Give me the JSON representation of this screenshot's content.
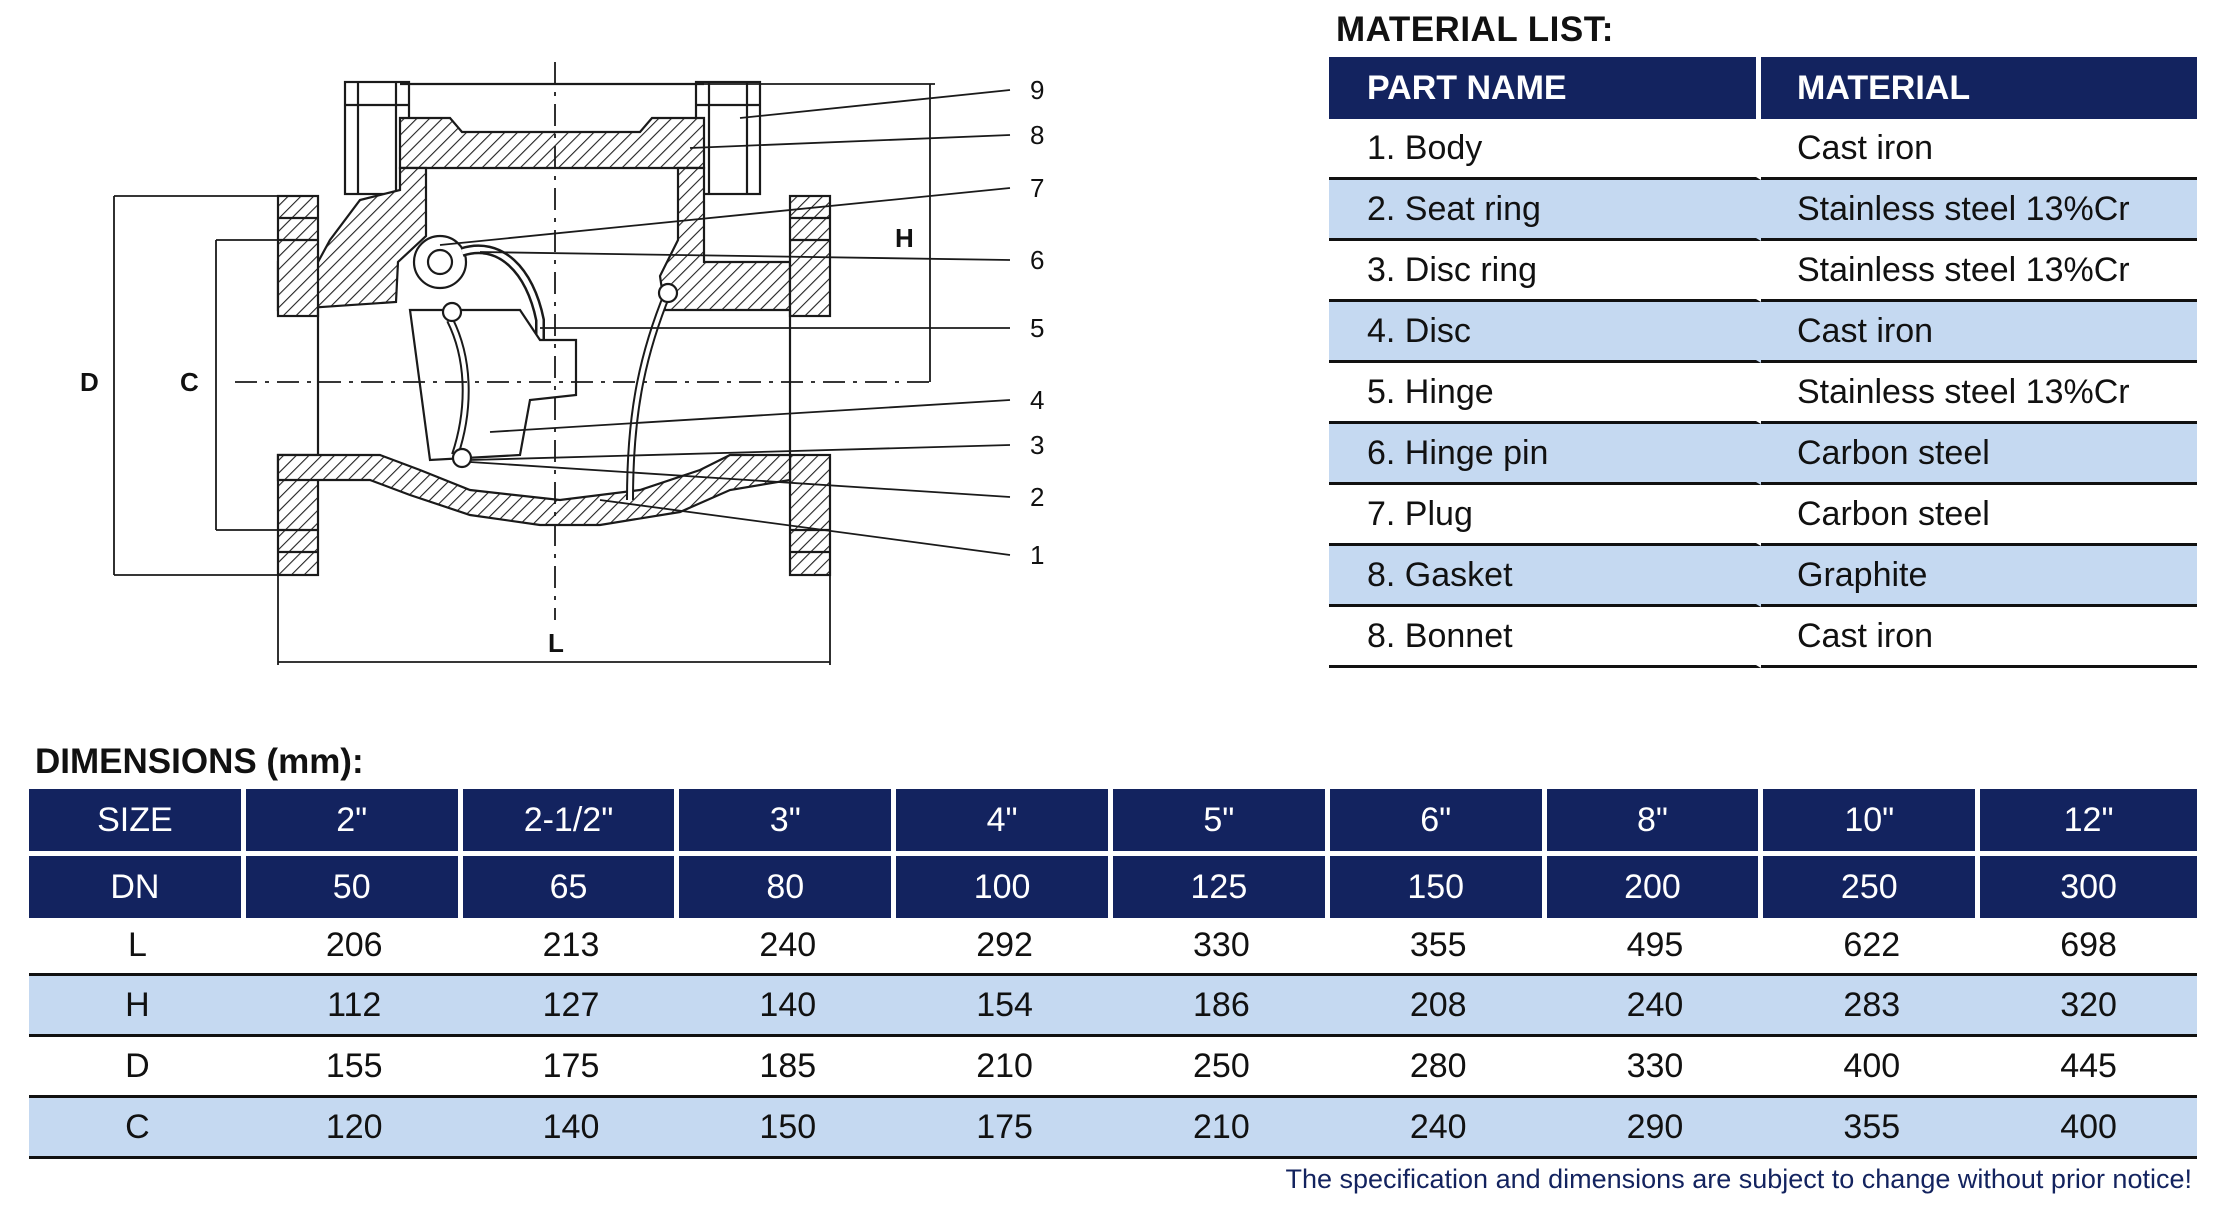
{
  "diagram": {
    "callouts": [
      "9",
      "8",
      "7",
      "6",
      "5",
      "4",
      "3",
      "2",
      "1"
    ],
    "dim_labels": {
      "d": "D",
      "c": "C",
      "h": "H",
      "l": "L"
    }
  },
  "material_list": {
    "heading": "MATERIAL LIST:",
    "columns": [
      "PART NAME",
      "MATERIAL"
    ],
    "rows": [
      {
        "part": "1. Body",
        "material": "Cast iron"
      },
      {
        "part": "2. Seat ring",
        "material": "Stainless steel 13%Cr"
      },
      {
        "part": "3. Disc ring",
        "material": "Stainless steel 13%Cr"
      },
      {
        "part": "4. Disc",
        "material": "Cast iron"
      },
      {
        "part": "5. Hinge",
        "material": "Stainless steel 13%Cr"
      },
      {
        "part": "6. Hinge pin",
        "material": "Carbon steel"
      },
      {
        "part": "7. Plug",
        "material": "Carbon steel"
      },
      {
        "part": "8. Gasket",
        "material": "Graphite"
      },
      {
        "part": "8. Bonnet",
        "material": "Cast iron"
      }
    ]
  },
  "dimensions": {
    "heading": "DIMENSIONS (mm):",
    "size_row": [
      "SIZE",
      "2\"",
      "2-1/2\"",
      "3\"",
      "4\"",
      "5\"",
      "6\"",
      "8\"",
      "10\"",
      "12\""
    ],
    "dn_row": [
      "DN",
      "50",
      "65",
      "80",
      "100",
      "125",
      "150",
      "200",
      "250",
      "300"
    ],
    "rows": [
      [
        "L",
        "206",
        "213",
        "240",
        "292",
        "330",
        "355",
        "495",
        "622",
        "698"
      ],
      [
        "H",
        "112",
        "127",
        "140",
        "154",
        "186",
        "208",
        "240",
        "283",
        "320"
      ],
      [
        "D",
        "155",
        "175",
        "185",
        "210",
        "250",
        "280",
        "330",
        "400",
        "445"
      ],
      [
        "C",
        "120",
        "140",
        "150",
        "175",
        "210",
        "240",
        "290",
        "355",
        "400"
      ]
    ]
  },
  "notice": "The specification and dimensions are subject to change without prior notice!"
}
